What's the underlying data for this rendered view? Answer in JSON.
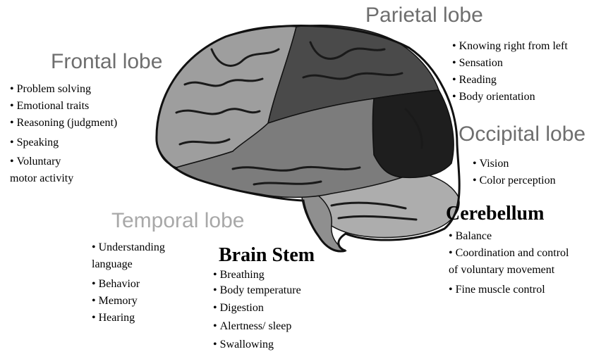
{
  "colors": {
    "frontal": "#9e9e9e",
    "parietal": "#4a4a4a",
    "occipital": "#1e1e1e",
    "temporal": "#7c7c7c",
    "cerebellum": "#adadad",
    "brainstem": "#8f8f8f",
    "temporal_heading": "#a8a8a8",
    "lobe_heading": "#6e6e6e"
  },
  "lobes": {
    "frontal": {
      "title": "Frontal lobe",
      "items": [
        "Problem solving",
        "Emotional traits",
        "Reasoning (judgment)",
        "Speaking",
        "Voluntary motor activity"
      ]
    },
    "parietal": {
      "title": "Parietal lobe",
      "items": [
        "Knowing right from left",
        "Sensation",
        "Reading",
        "Body orientation"
      ]
    },
    "occipital": {
      "title": "Occipital lobe",
      "items": [
        "Vision",
        "Color perception"
      ]
    },
    "temporal": {
      "title": "Temporal lobe",
      "items": [
        "Understanding language",
        "Behavior",
        "Memory",
        "Hearing"
      ]
    },
    "cerebellum": {
      "title": "Cerebellum",
      "items": [
        "Balance",
        "Coordination and control of voluntary movement",
        "Fine muscle control"
      ]
    },
    "brainstem": {
      "title": "Brain Stem",
      "items": [
        "Breathing",
        "Body temperature",
        "Digestion",
        "Alertness/ sleep",
        "Swallowing"
      ]
    }
  }
}
